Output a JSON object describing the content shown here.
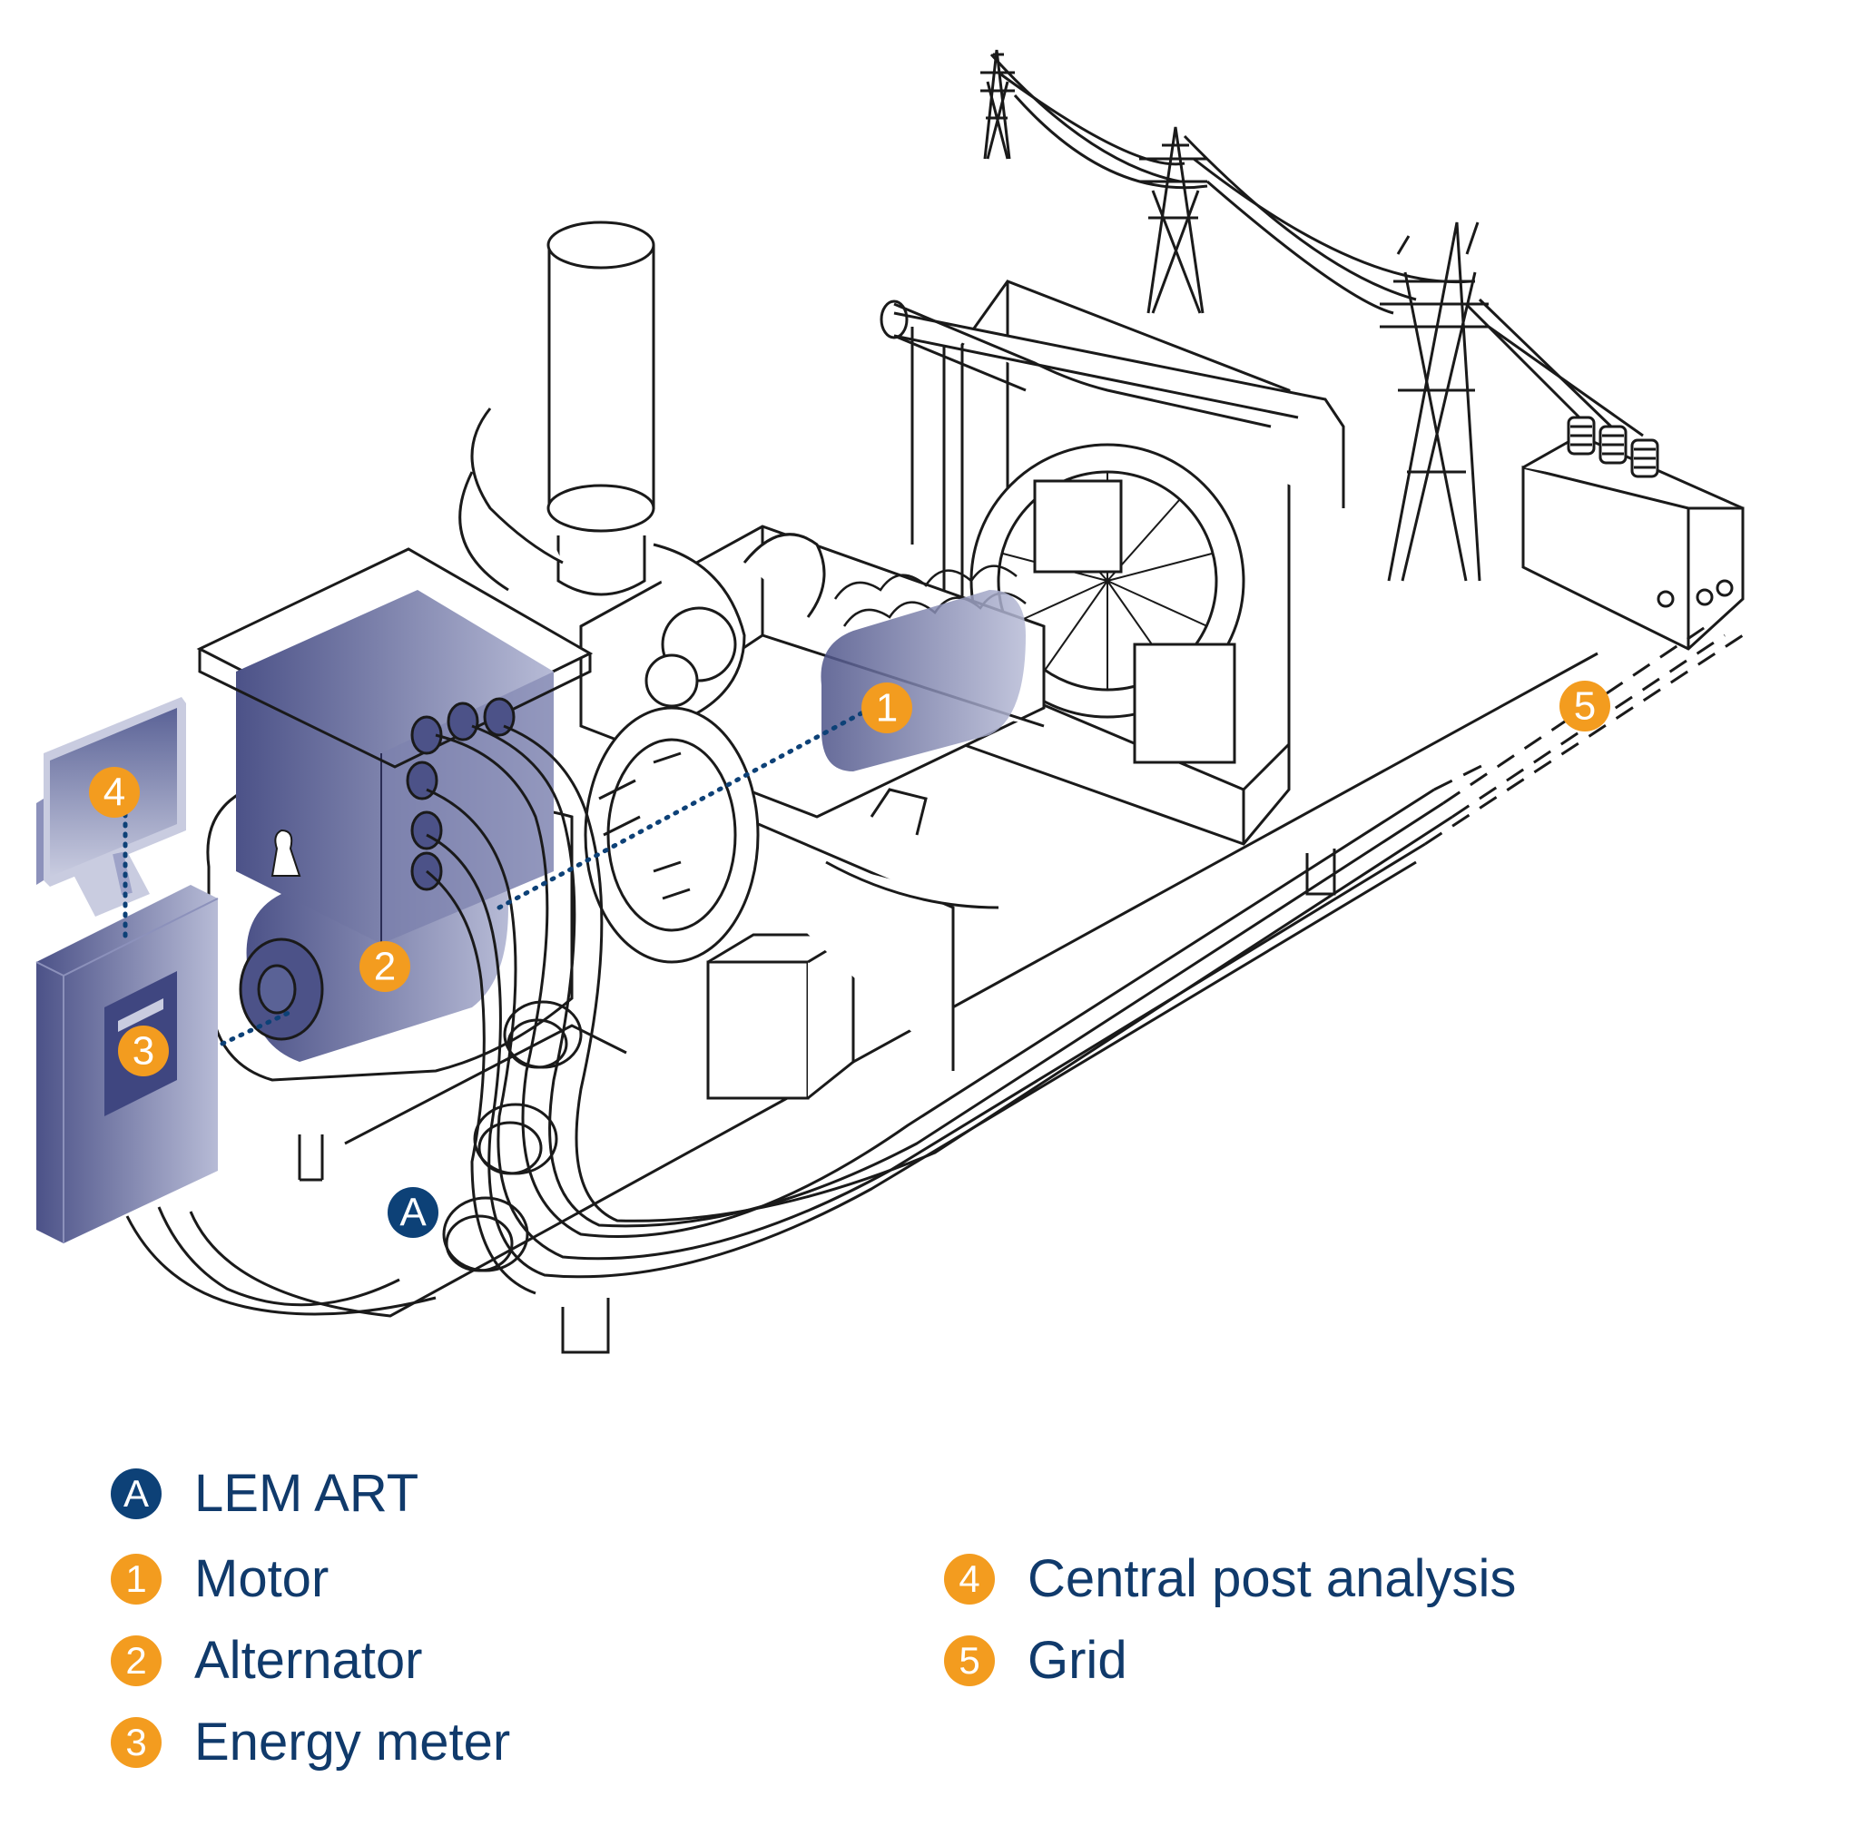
{
  "colors": {
    "orange": "#f39c1f",
    "navy": "#0d4177",
    "shade": "#5a6296",
    "line": "#1a1a1a"
  },
  "markers": {
    "A": "A",
    "m1": "1",
    "m2": "2",
    "m3": "3",
    "m4": "4",
    "m5": "5"
  },
  "legend": [
    {
      "key": "A",
      "label": "LEM ART",
      "style": "navy"
    },
    {
      "key": "1",
      "label": "Motor",
      "style": "orange"
    },
    {
      "key": "2",
      "label": "Alternator",
      "style": "orange"
    },
    {
      "key": "3",
      "label": "Energy meter",
      "style": "orange"
    },
    {
      "key": "4",
      "label": "Central post analysis",
      "style": "orange"
    },
    {
      "key": "5",
      "label": "Grid",
      "style": "orange"
    }
  ]
}
